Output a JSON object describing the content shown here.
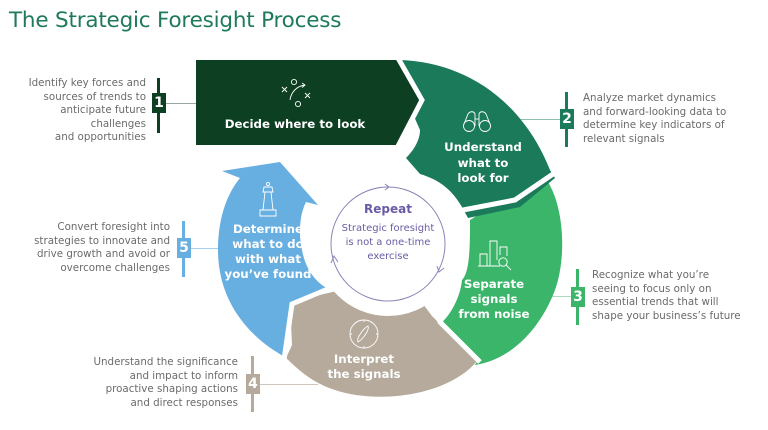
{
  "title": "The Strategic Foresight Process",
  "colors": {
    "title": "#1f7a5c",
    "step1": "#0d3f22",
    "step2": "#1b7a5a",
    "step3": "#3bb56a",
    "step4": "#b5aa9c",
    "step5": "#67aee1",
    "repeat": "#6b5ba6",
    "desc_text": "#6b6b6b"
  },
  "steps": [
    {
      "number": "1",
      "label_lines": [
        "Decide where to look"
      ],
      "icon": "strategy-play-icon",
      "description_lines": [
        "Identify key forces and",
        "sources of trends to",
        "anticipate future challenges",
        "and opportunities"
      ]
    },
    {
      "number": "2",
      "label_lines": [
        "Understand",
        "what to",
        "look for"
      ],
      "icon": "binoculars-icon",
      "description_lines": [
        "Analyze market dynamics",
        "and forward-looking data to",
        "determine key indicators of",
        "relevant signals"
      ]
    },
    {
      "number": "3",
      "label_lines": [
        "Separate",
        "signals",
        "from noise"
      ],
      "icon": "bar-chart-magnifier-icon",
      "description_lines": [
        "Recognize what you’re",
        "seeing to focus only on",
        "essential trends that will",
        "shape your business’s future"
      ]
    },
    {
      "number": "4",
      "label_lines": [
        "Interpret",
        "the signals"
      ],
      "icon": "compass-icon",
      "description_lines": [
        "Understand the significance",
        "and impact to inform",
        "proactive shaping actions",
        "and direct responses"
      ]
    },
    {
      "number": "5",
      "label_lines": [
        "Determine",
        "what to do",
        "with what",
        "you’ve found"
      ],
      "icon": "chess-piece-icon",
      "description_lines": [
        "Convert foresight into",
        "strategies to innovate and",
        "drive growth and avoid or",
        "overcome challenges"
      ]
    }
  ],
  "center": {
    "title": "Repeat",
    "text_lines": [
      "Strategic foresight",
      "is not a one-time",
      "exercise"
    ]
  }
}
